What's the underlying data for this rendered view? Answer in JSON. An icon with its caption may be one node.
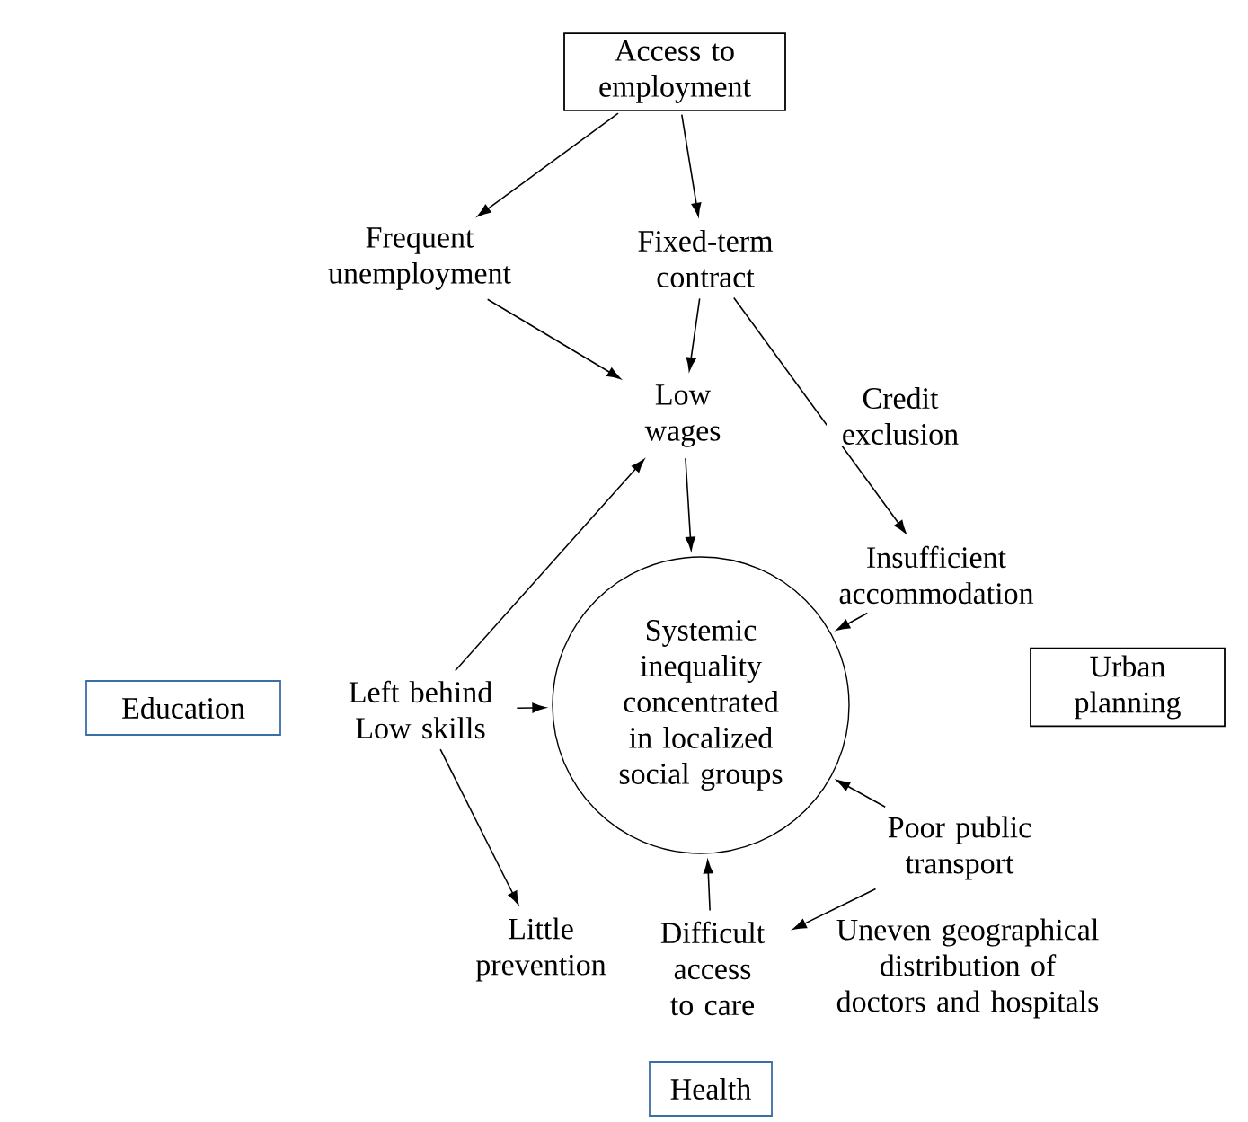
{
  "diagram": {
    "nodes": [
      {
        "text": [
          "Access to employment"
        ]
      },
      {
        "text": [
          "Frequent unemployment"
        ]
      },
      {
        "text": [
          "Fixed-term contract"
        ]
      },
      {
        "text": [
          "Low wages"
        ]
      },
      {
        "text": [
          "Insufficient accommodation"
        ]
      },
      {
        "text": [
          "Systemic inequality concentrated in localized social groups"
        ]
      },
      {
        "text": [
          "Education"
        ]
      },
      {
        "text": [
          "Left behind Low skills"
        ]
      },
      {
        "text": [
          "Urban planning"
        ]
      },
      {
        "text": [
          "Poor public transport"
        ]
      },
      {
        "text": [
          "Little prevention"
        ]
      },
      {
        "text": [
          "Difficult access to care"
        ]
      },
      {
        "text": [
          "Uneven geographical distribution of doctors and hospitals"
        ]
      },
      {
        "text": [
          "Health"
        ]
      }
    ],
    "edges": [
      {
        "from": 0,
        "to": 1,
        "arrow": "to"
      },
      {
        "from": 0,
        "to": 2,
        "arrow": "to"
      },
      {
        "from": 1,
        "to": 3,
        "arrow": "to"
      },
      {
        "from": 2,
        "to": 3,
        "arrow": "to"
      },
      {
        "from": 2,
        "to": 4,
        "arrow": "to",
        "label": "Credit exclusion"
      },
      {
        "from": 7,
        "to": 3,
        "arrow": "to"
      },
      {
        "from": 3,
        "to": 5,
        "arrow": "to"
      },
      {
        "from": 4,
        "to": 5,
        "arrow": "to"
      },
      {
        "from": 7,
        "to": 5,
        "arrow": "to"
      },
      {
        "from": 9,
        "to": 5,
        "arrow": "to"
      },
      {
        "from": 7,
        "to": 10,
        "arrow": "to"
      },
      {
        "from": 11,
        "to": 5,
        "arrow": "to"
      },
      {
        "from": 9,
        "to": 11,
        "arrow": "to"
      }
    ]
  }
}
